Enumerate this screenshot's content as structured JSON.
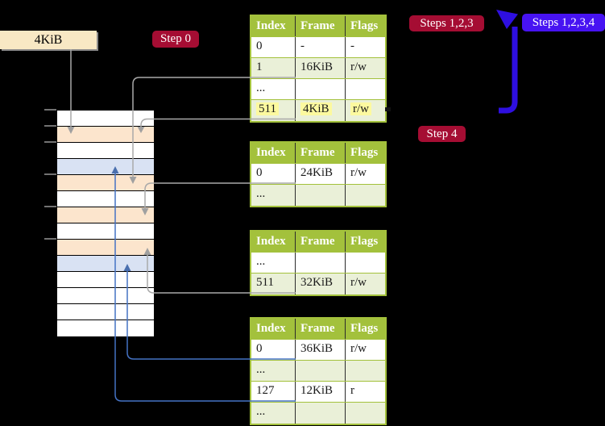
{
  "labels": {
    "page_size": "4KiB",
    "step0": "Step 0",
    "steps123": "Steps 1,2,3",
    "steps1234": "Steps 1,2,3,4",
    "step4": "Step 4"
  },
  "colors": {
    "background": "#000000",
    "table_header_green": "#a3c13c",
    "table_row_green": "#eaf0d8",
    "highlight_yellow": "#fcf99f",
    "crimson_badge": "#a50d33",
    "blue_violet_badge": "#4713f2",
    "blue_loop_arrow": "#2e0fe0",
    "memory_peach": "#fce5cd",
    "memory_light_blue": "#d9e2f3",
    "cream_label": "#f8e8c4",
    "gray_connector": "#a9a9a9",
    "blue_connector": "#4472c4"
  },
  "page_tables": [
    {
      "id": "table-1",
      "headers": [
        "Index",
        "Frame",
        "Flags"
      ],
      "rows": [
        {
          "cells": [
            "0",
            "-",
            "-"
          ],
          "highlight": false
        },
        {
          "cells": [
            "1",
            "16KiB",
            "r/w"
          ],
          "highlight": false
        },
        {
          "cells": [
            "...",
            "",
            ""
          ],
          "highlight": false
        },
        {
          "cells": [
            "511",
            "4KiB",
            "r/w"
          ],
          "highlight": true
        }
      ]
    },
    {
      "id": "table-2",
      "headers": [
        "Index",
        "Frame",
        "Flags"
      ],
      "rows": [
        {
          "cells": [
            "0",
            "24KiB",
            "r/w"
          ],
          "highlight": false
        },
        {
          "cells": [
            "...",
            "",
            ""
          ],
          "highlight": false
        }
      ]
    },
    {
      "id": "table-3",
      "headers": [
        "Index",
        "Frame",
        "Flags"
      ],
      "rows": [
        {
          "cells": [
            "...",
            "",
            ""
          ],
          "highlight": false
        },
        {
          "cells": [
            "511",
            "32KiB",
            "r/w"
          ],
          "highlight": false
        }
      ]
    },
    {
      "id": "table-4",
      "headers": [
        "Index",
        "Frame",
        "Flags"
      ],
      "rows": [
        {
          "cells": [
            "0",
            "36KiB",
            "r/w"
          ],
          "highlight": false
        },
        {
          "cells": [
            "...",
            "",
            ""
          ],
          "highlight": false
        },
        {
          "cells": [
            "127",
            "12KiB",
            "r"
          ],
          "highlight": false
        },
        {
          "cells": [
            "...",
            "",
            ""
          ],
          "highlight": false
        }
      ]
    }
  ],
  "memory_strip": {
    "rows": [
      "white",
      "peach",
      "white",
      "blue",
      "peach",
      "white",
      "peach",
      "white",
      "peach",
      "blue",
      "white",
      "white",
      "white",
      "white"
    ]
  }
}
